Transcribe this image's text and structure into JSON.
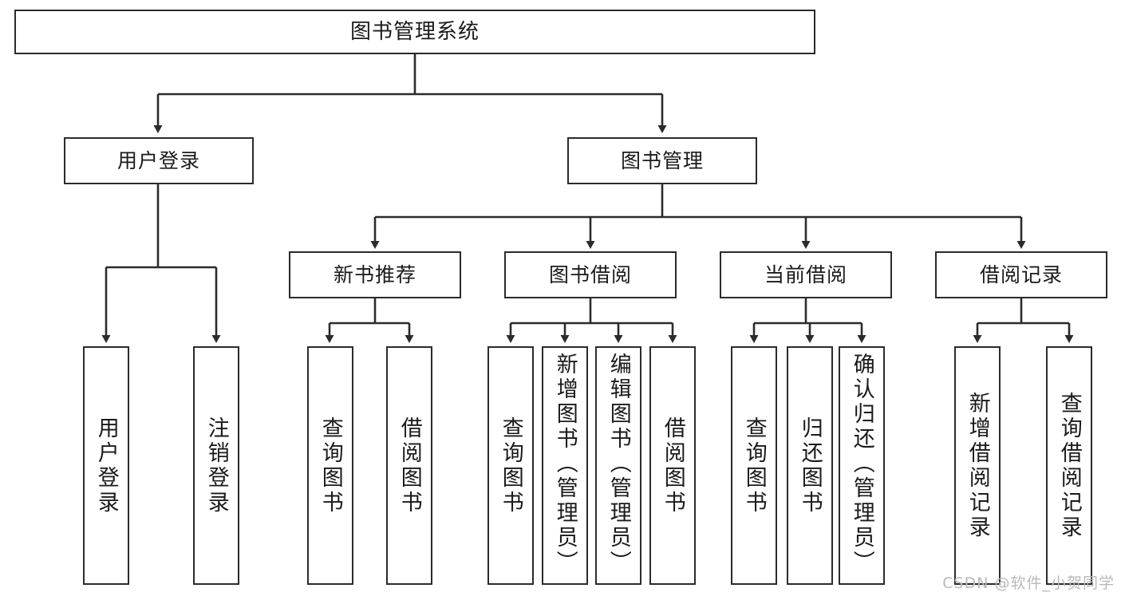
{
  "diagram": {
    "title": "图书管理系统",
    "type": "hierarchy-tree",
    "watermark": "CSDN @软件_小贺同学",
    "colors": {
      "background": "#ffffff",
      "stroke": "#2b2b2b",
      "text": "#1a1a1a",
      "watermark": "#b9b9b9"
    },
    "nodes": {
      "root": {
        "label": "图书管理系统",
        "level": 0
      },
      "l1": [
        {
          "id": "user-login",
          "label": "用户登录",
          "level": 1
        },
        {
          "id": "book-manage",
          "label": "图书管理",
          "level": 1
        }
      ],
      "l2": [
        {
          "id": "new-book-recommend",
          "label": "新书推荐",
          "level": 2,
          "parent": "book-manage"
        },
        {
          "id": "book-borrow",
          "label": "图书借阅",
          "level": 2,
          "parent": "book-manage"
        },
        {
          "id": "current-borrow",
          "label": "当前借阅",
          "level": 2,
          "parent": "book-manage"
        },
        {
          "id": "borrow-record",
          "label": "借阅记录",
          "level": 2,
          "parent": "book-manage"
        }
      ],
      "leaves": [
        {
          "id": "leaf-user-login",
          "label": "用户登录",
          "parent": "user-login"
        },
        {
          "id": "leaf-logout",
          "label": "注销登录",
          "parent": "user-login"
        },
        {
          "id": "leaf-query-book-1",
          "label": "查询图书",
          "parent": "new-book-recommend"
        },
        {
          "id": "leaf-borrow-book-1",
          "label": "借阅图书",
          "parent": "new-book-recommend"
        },
        {
          "id": "leaf-query-book-2",
          "label": "查询图书",
          "parent": "book-borrow"
        },
        {
          "id": "leaf-add-book",
          "label": "新增图书（管理员）",
          "parent": "book-borrow"
        },
        {
          "id": "leaf-edit-book",
          "label": "编辑图书（管理员）",
          "parent": "book-borrow"
        },
        {
          "id": "leaf-borrow-book-2",
          "label": "借阅图书",
          "parent": "book-borrow"
        },
        {
          "id": "leaf-query-book-3",
          "label": "查询图书",
          "parent": "current-borrow"
        },
        {
          "id": "leaf-return-book",
          "label": "归还图书",
          "parent": "current-borrow"
        },
        {
          "id": "leaf-confirm-return",
          "label": "确认归还（管理员）",
          "parent": "current-borrow"
        },
        {
          "id": "leaf-add-record",
          "label": "新增借阅记录",
          "parent": "borrow-record"
        },
        {
          "id": "leaf-query-record",
          "label": "查询借阅记录",
          "parent": "borrow-record"
        }
      ]
    }
  }
}
